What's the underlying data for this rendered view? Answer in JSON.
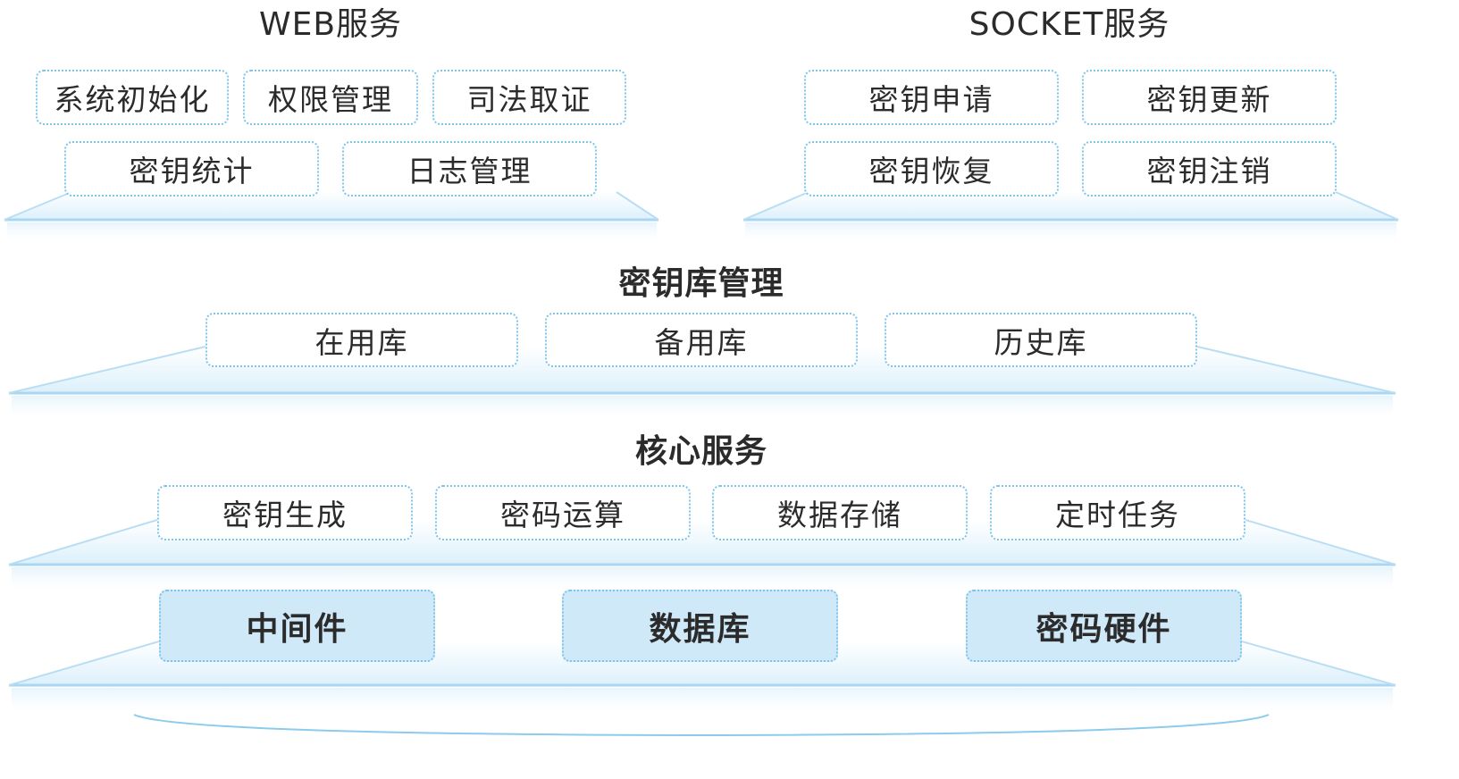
{
  "web": {
    "title": "WEB服务",
    "items": [
      "系统初始化",
      "权限管理",
      "司法取证",
      "密钥统计",
      "日志管理"
    ]
  },
  "socket": {
    "title": "SOCKET服务",
    "items": [
      "密钥申请",
      "密钥更新",
      "密钥恢复",
      "密钥注销"
    ]
  },
  "keystore": {
    "title": "密钥库管理",
    "items": [
      "在用库",
      "备用库",
      "历史库"
    ]
  },
  "core": {
    "title": "核心服务",
    "items": [
      "密钥生成",
      "密码运算",
      "数据存储",
      "定时任务"
    ]
  },
  "base": {
    "items": [
      "中间件",
      "数据库",
      "密码硬件"
    ]
  },
  "colors": {
    "border": "#7cc4ea",
    "fill": "#cfe9f8",
    "platform": "#e3f2fb",
    "edge": "#a9d6f0"
  }
}
